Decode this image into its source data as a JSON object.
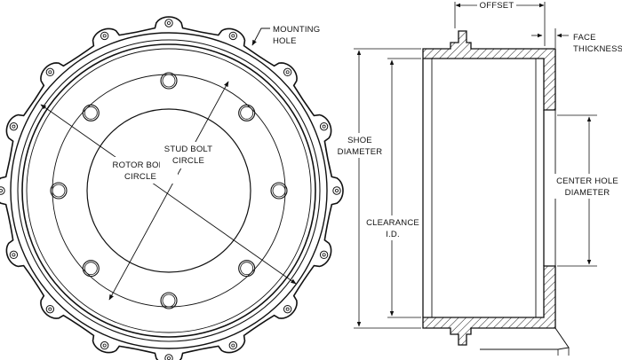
{
  "labels": {
    "mounting_hole": [
      "MOUNTING",
      "HOLE"
    ],
    "stud_bolt_circle": [
      "STUD BOLT",
      "CIRCLE"
    ],
    "rotor_bolt_circle": [
      "ROTOR BOLT",
      "CIRCLE"
    ],
    "offset": "OFFSET",
    "face_thickness": [
      "FACE",
      "THICKNESS"
    ],
    "shoe_diameter": [
      "SHOE",
      "DIAMETER"
    ],
    "clearance_id": [
      "CLEARANCE",
      "I.D."
    ],
    "center_hole_diameter": [
      "CENTER HOLE",
      "DIAMETER"
    ]
  },
  "colors": {
    "line": "#111111",
    "background": "#ffffff"
  }
}
